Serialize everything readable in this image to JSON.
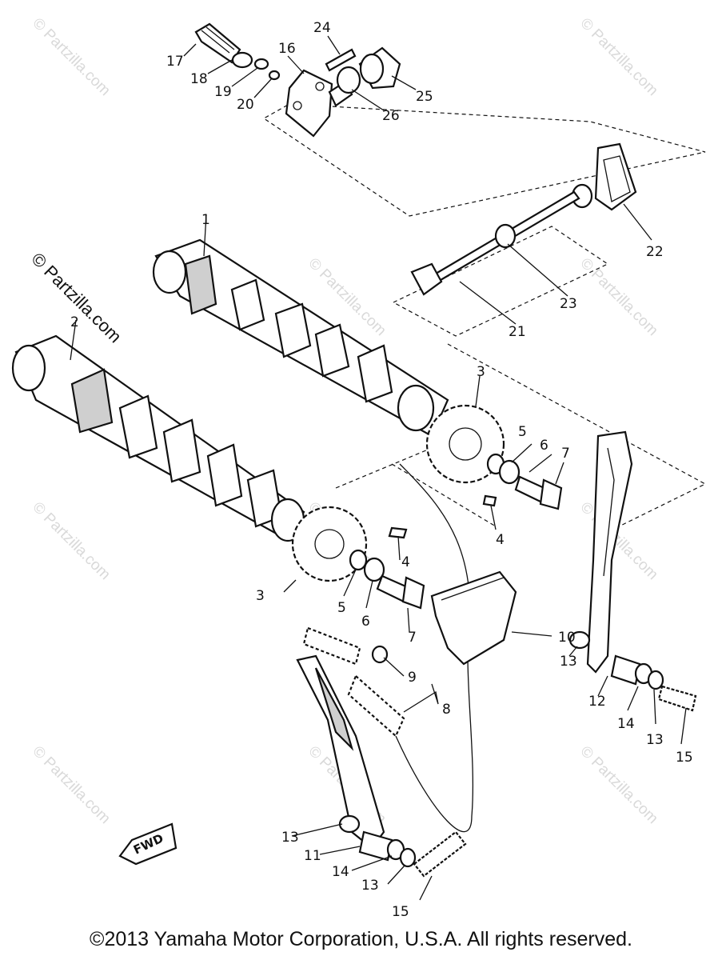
{
  "watermark": "© Partzilla.com",
  "fwd_label": "FWD",
  "copyright": "©2013 Yamaha Motor Corporation, U.S.A. All rights reserved.",
  "callouts": {
    "c1": "1",
    "c2": "2",
    "c3a": "3",
    "c3b": "3",
    "c4a": "4",
    "c4b": "4",
    "c5a": "5",
    "c5b": "5",
    "c6a": "6",
    "c6b": "6",
    "c7a": "7",
    "c7b": "7",
    "c8": "8",
    "c9": "9",
    "c10": "10",
    "c11": "11",
    "c12": "12",
    "c13a": "13",
    "c13b": "13",
    "c13c": "13",
    "c13d": "13",
    "c14a": "14",
    "c14b": "14",
    "c15a": "15",
    "c15b": "15",
    "c16": "16",
    "c17": "17",
    "c18": "18",
    "c19": "19",
    "c20": "20",
    "c21": "21",
    "c22": "22",
    "c23": "23",
    "c24": "24",
    "c25": "25",
    "c26": "26"
  }
}
